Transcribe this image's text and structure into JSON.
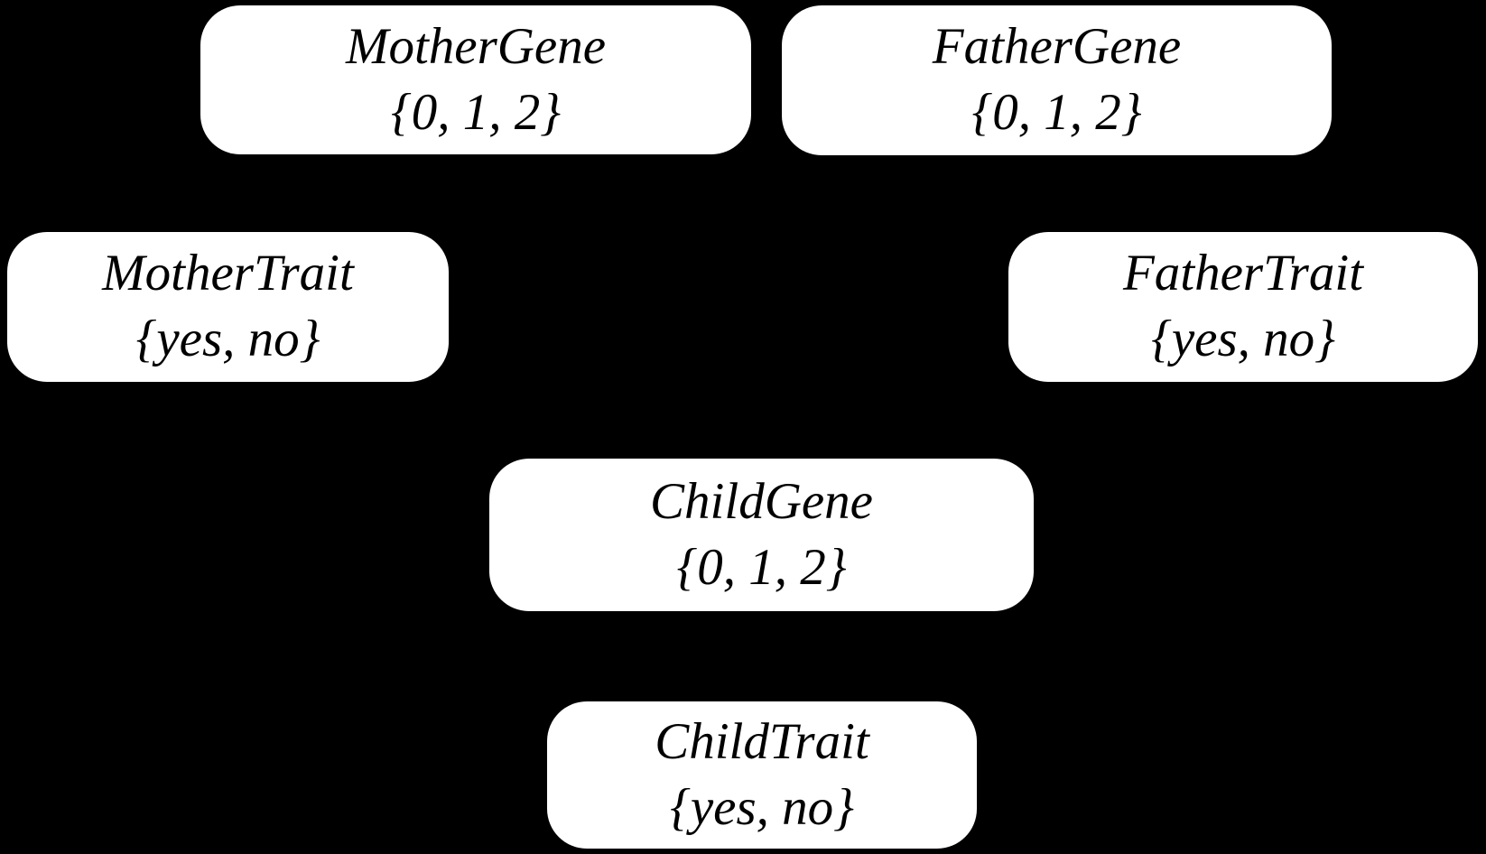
{
  "colors": {
    "background": "#000000",
    "node_fill": "#ffffff",
    "node_text": "#000000"
  },
  "nodes": [
    {
      "id": "mother-gene",
      "label": "MotherGene",
      "domain": "{0, 1, 2}"
    },
    {
      "id": "father-gene",
      "label": "FatherGene",
      "domain": "{0, 1, 2}"
    },
    {
      "id": "mother-trait",
      "label": "MotherTrait",
      "domain": "{yes, no}"
    },
    {
      "id": "father-trait",
      "label": "FatherTrait",
      "domain": "{yes, no}"
    },
    {
      "id": "child-gene",
      "label": "ChildGene",
      "domain": "{0, 1, 2}"
    },
    {
      "id": "child-trait",
      "label": "ChildTrait",
      "domain": "{yes, no}"
    }
  ]
}
